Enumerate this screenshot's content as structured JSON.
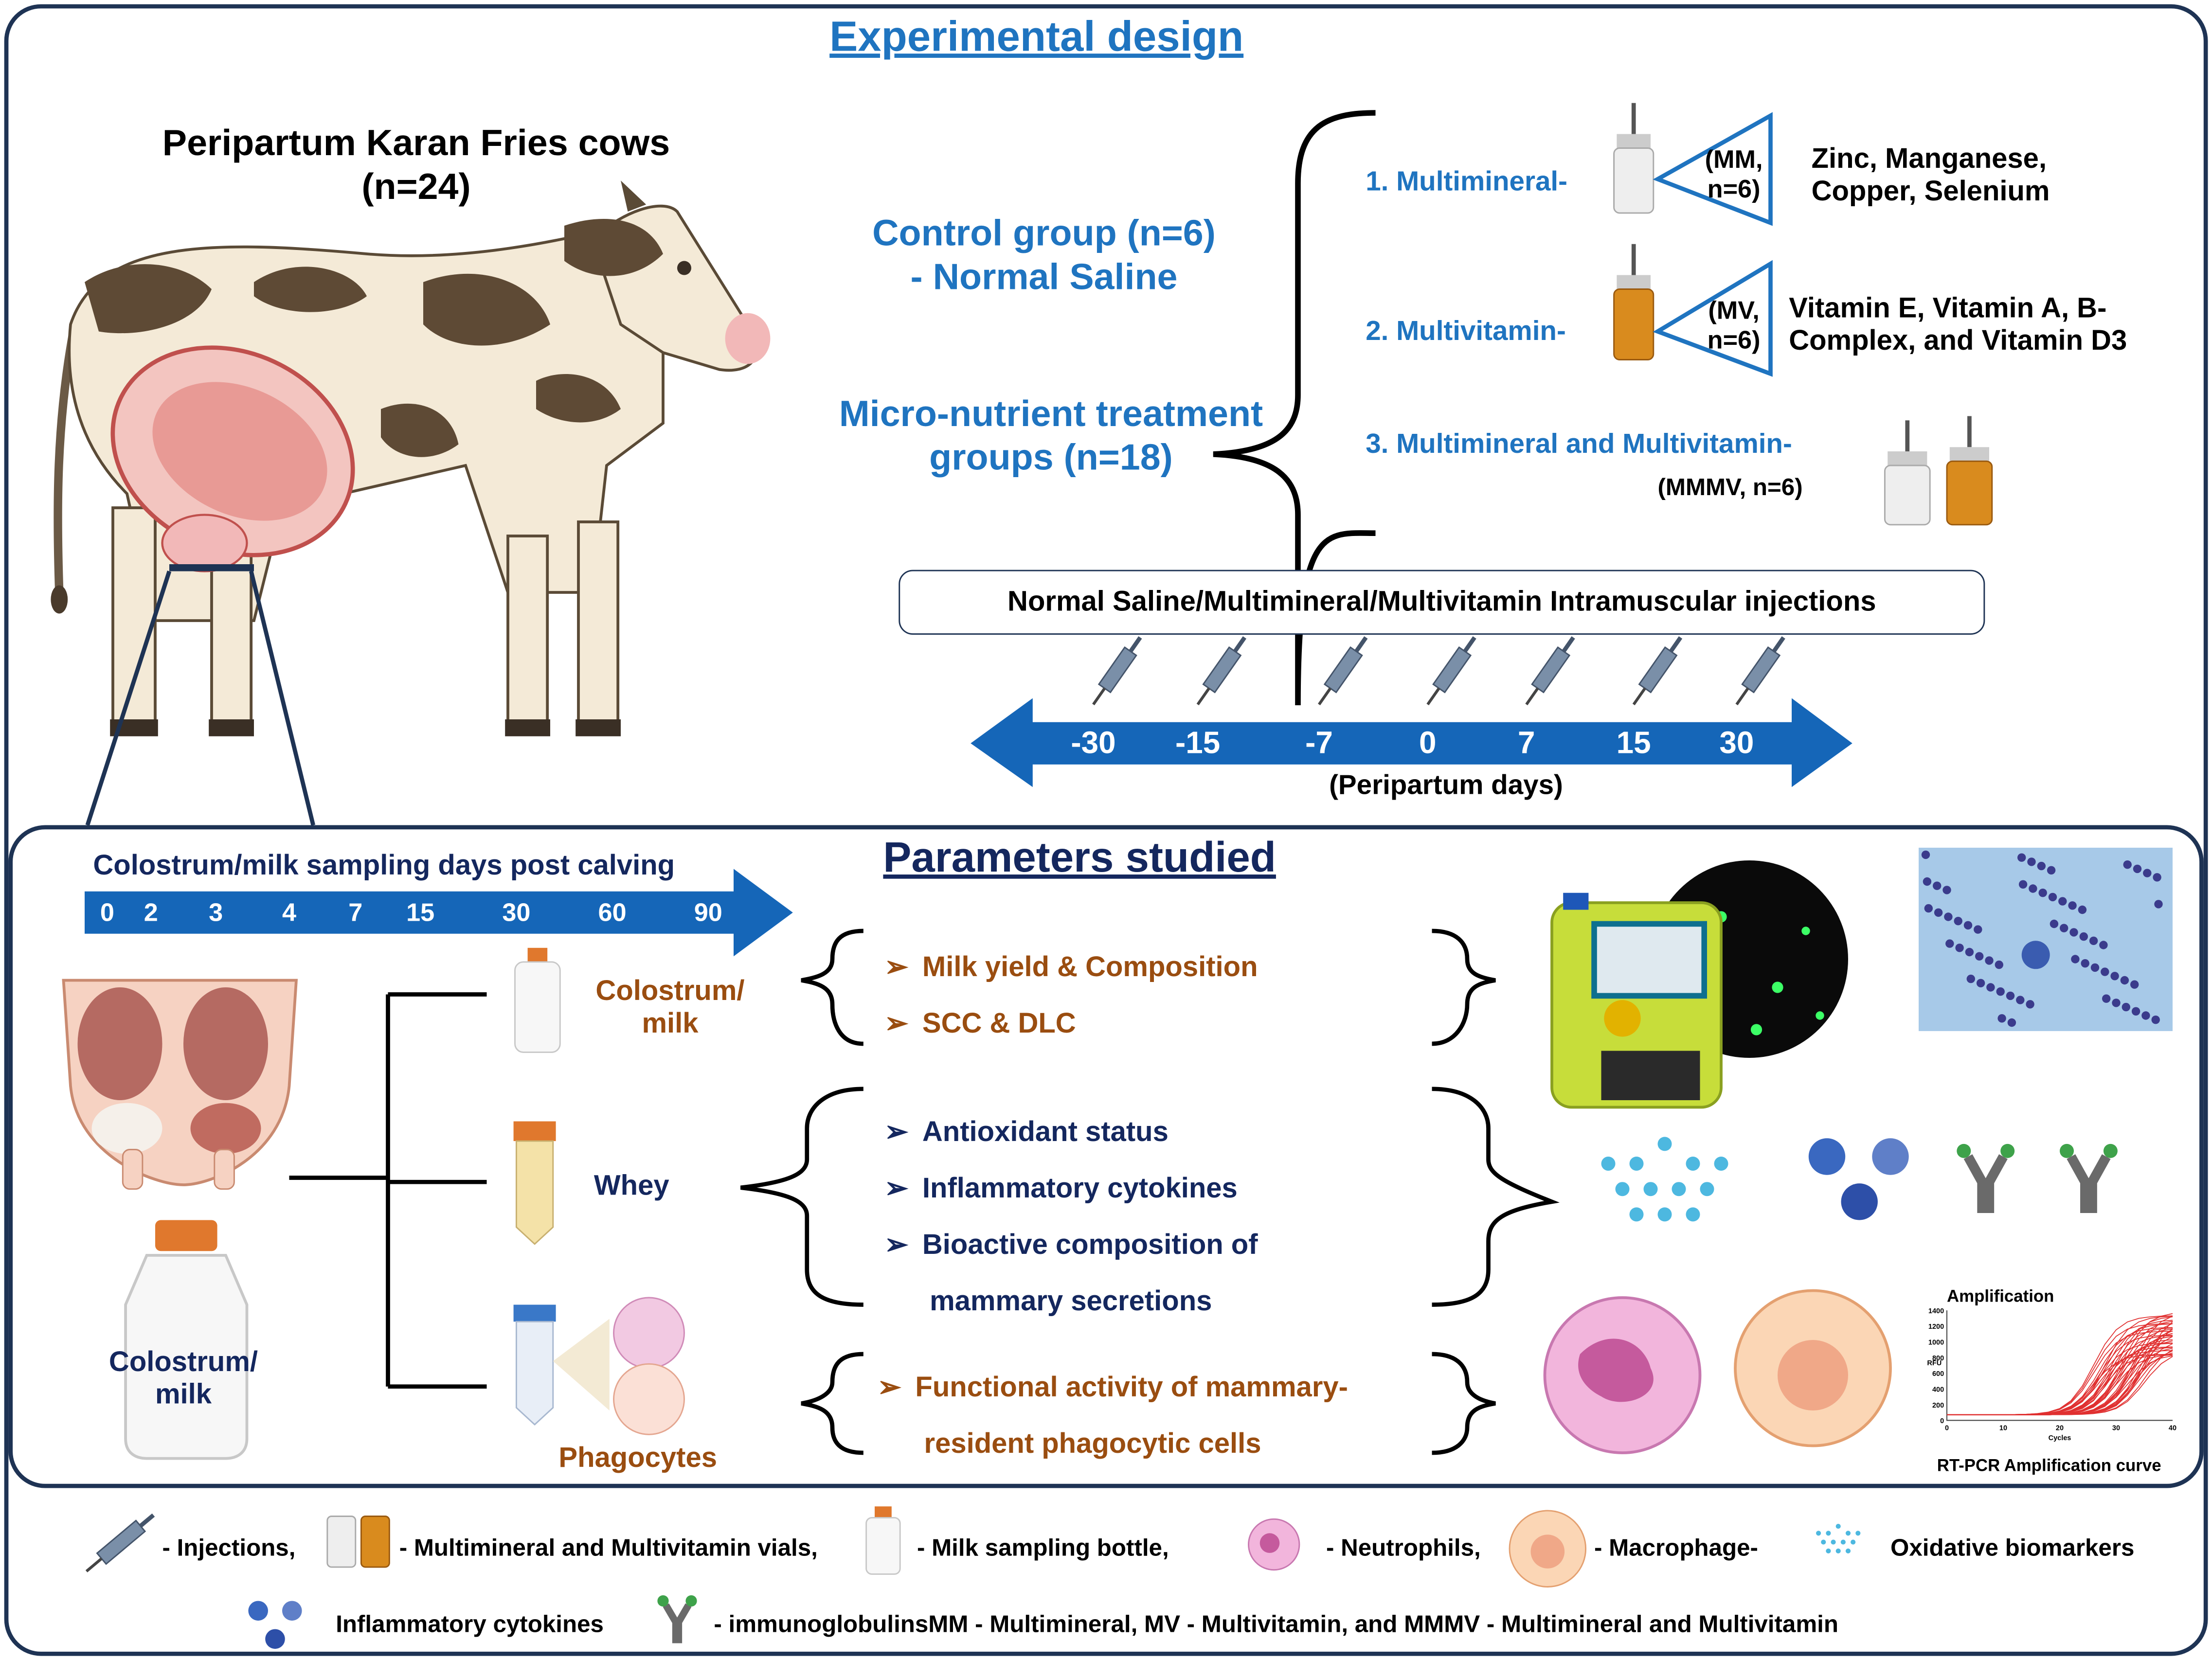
{
  "top_panel": {
    "title": "Experimental design",
    "cow_title_line1": "Peripartum Karan Fries cows",
    "cow_title_line2": "(n=24)",
    "control_line1": "Control group (n=6)",
    "control_line2": "- Normal Saline",
    "treatment_line1": "Micro-nutrient treatment",
    "treatment_line2": "groups (n=18)",
    "groups": [
      {
        "label": "1.  Multimineral-",
        "code_line1": "(MM,",
        "code_line2": "n=6)",
        "content_line1": "Zinc, Manganese,",
        "content_line2": "Copper, Selenium"
      },
      {
        "label": "2.  Multivitamin-",
        "code_line1": "(MV,",
        "code_line2": "n=6)",
        "content_line1": "Vitamin E, Vitamin A, B-",
        "content_line2": "Complex, and Vitamin D3"
      },
      {
        "label": "3.  Multimineral and Multivitamin-",
        "code_line1": "(MMMV, n=6)"
      }
    ],
    "injection_box": "Normal Saline/Multimineral/Multivitamin Intramuscular injections",
    "timeline_days": [
      "-30",
      "-15",
      "-7",
      "0",
      "7",
      "15",
      "30"
    ],
    "timeline_caption": "(Peripartum days)"
  },
  "bottom_panel": {
    "title": "Parameters studied",
    "sampling_title": "Colostrum/milk sampling days post calving",
    "sampling_days": [
      "0",
      "2",
      "3",
      "4",
      "7",
      "15",
      "30",
      "60",
      "90"
    ],
    "samples": [
      {
        "line1": "Colostrum/",
        "line2": "milk"
      },
      {
        "line1": "Whey"
      },
      {
        "line1": "Phagocytes"
      }
    ],
    "bottle_label_line1": "Colostrum/",
    "bottle_label_line2": "milk",
    "params_group1": [
      "Milk yield & Composition",
      "SCC & DLC"
    ],
    "params_group2": [
      "Antioxidant status",
      "Inflammatory cytokines",
      "Bioactive composition of",
      "mammary secretions"
    ],
    "params_group3": [
      "Functional activity of mammary-",
      "resident phagocytic cells"
    ],
    "pcr": {
      "caption": "RT-PCR Amplification curve",
      "chart_title": "Amplification",
      "xlabel": "Cycles",
      "ylabel": "RFU",
      "y_ticks": [
        "1400",
        "1200",
        "1000",
        "800",
        "600",
        "400",
        "200",
        "0"
      ],
      "x_ticks": [
        "0",
        "10",
        "20",
        "30",
        "40"
      ]
    },
    "bullet_color": "#9a4d10",
    "navy_color": "#14275e"
  },
  "legend": {
    "injections": "- Injections,",
    "vials": "- Multimineral and Multivitamin vials,",
    "bottle": "- Milk sampling bottle,",
    "neutrophils": "- Neutrophils,",
    "macrophage": "- Macrophage-",
    "oxidative": "Oxidative biomarkers",
    "cytokines": "Inflammatory cytokines",
    "immuno": "-  immunoglobulinsMM - Multimineral,  MV -  Multivitamin,  and MMMV - Multimineral and Multivitamin"
  },
  "colors": {
    "frame": "#1e3354",
    "accent_blue": "#1f74c0",
    "arrow_blue": "#1566b8",
    "brown": "#9a4d10",
    "navy": "#14275e"
  }
}
